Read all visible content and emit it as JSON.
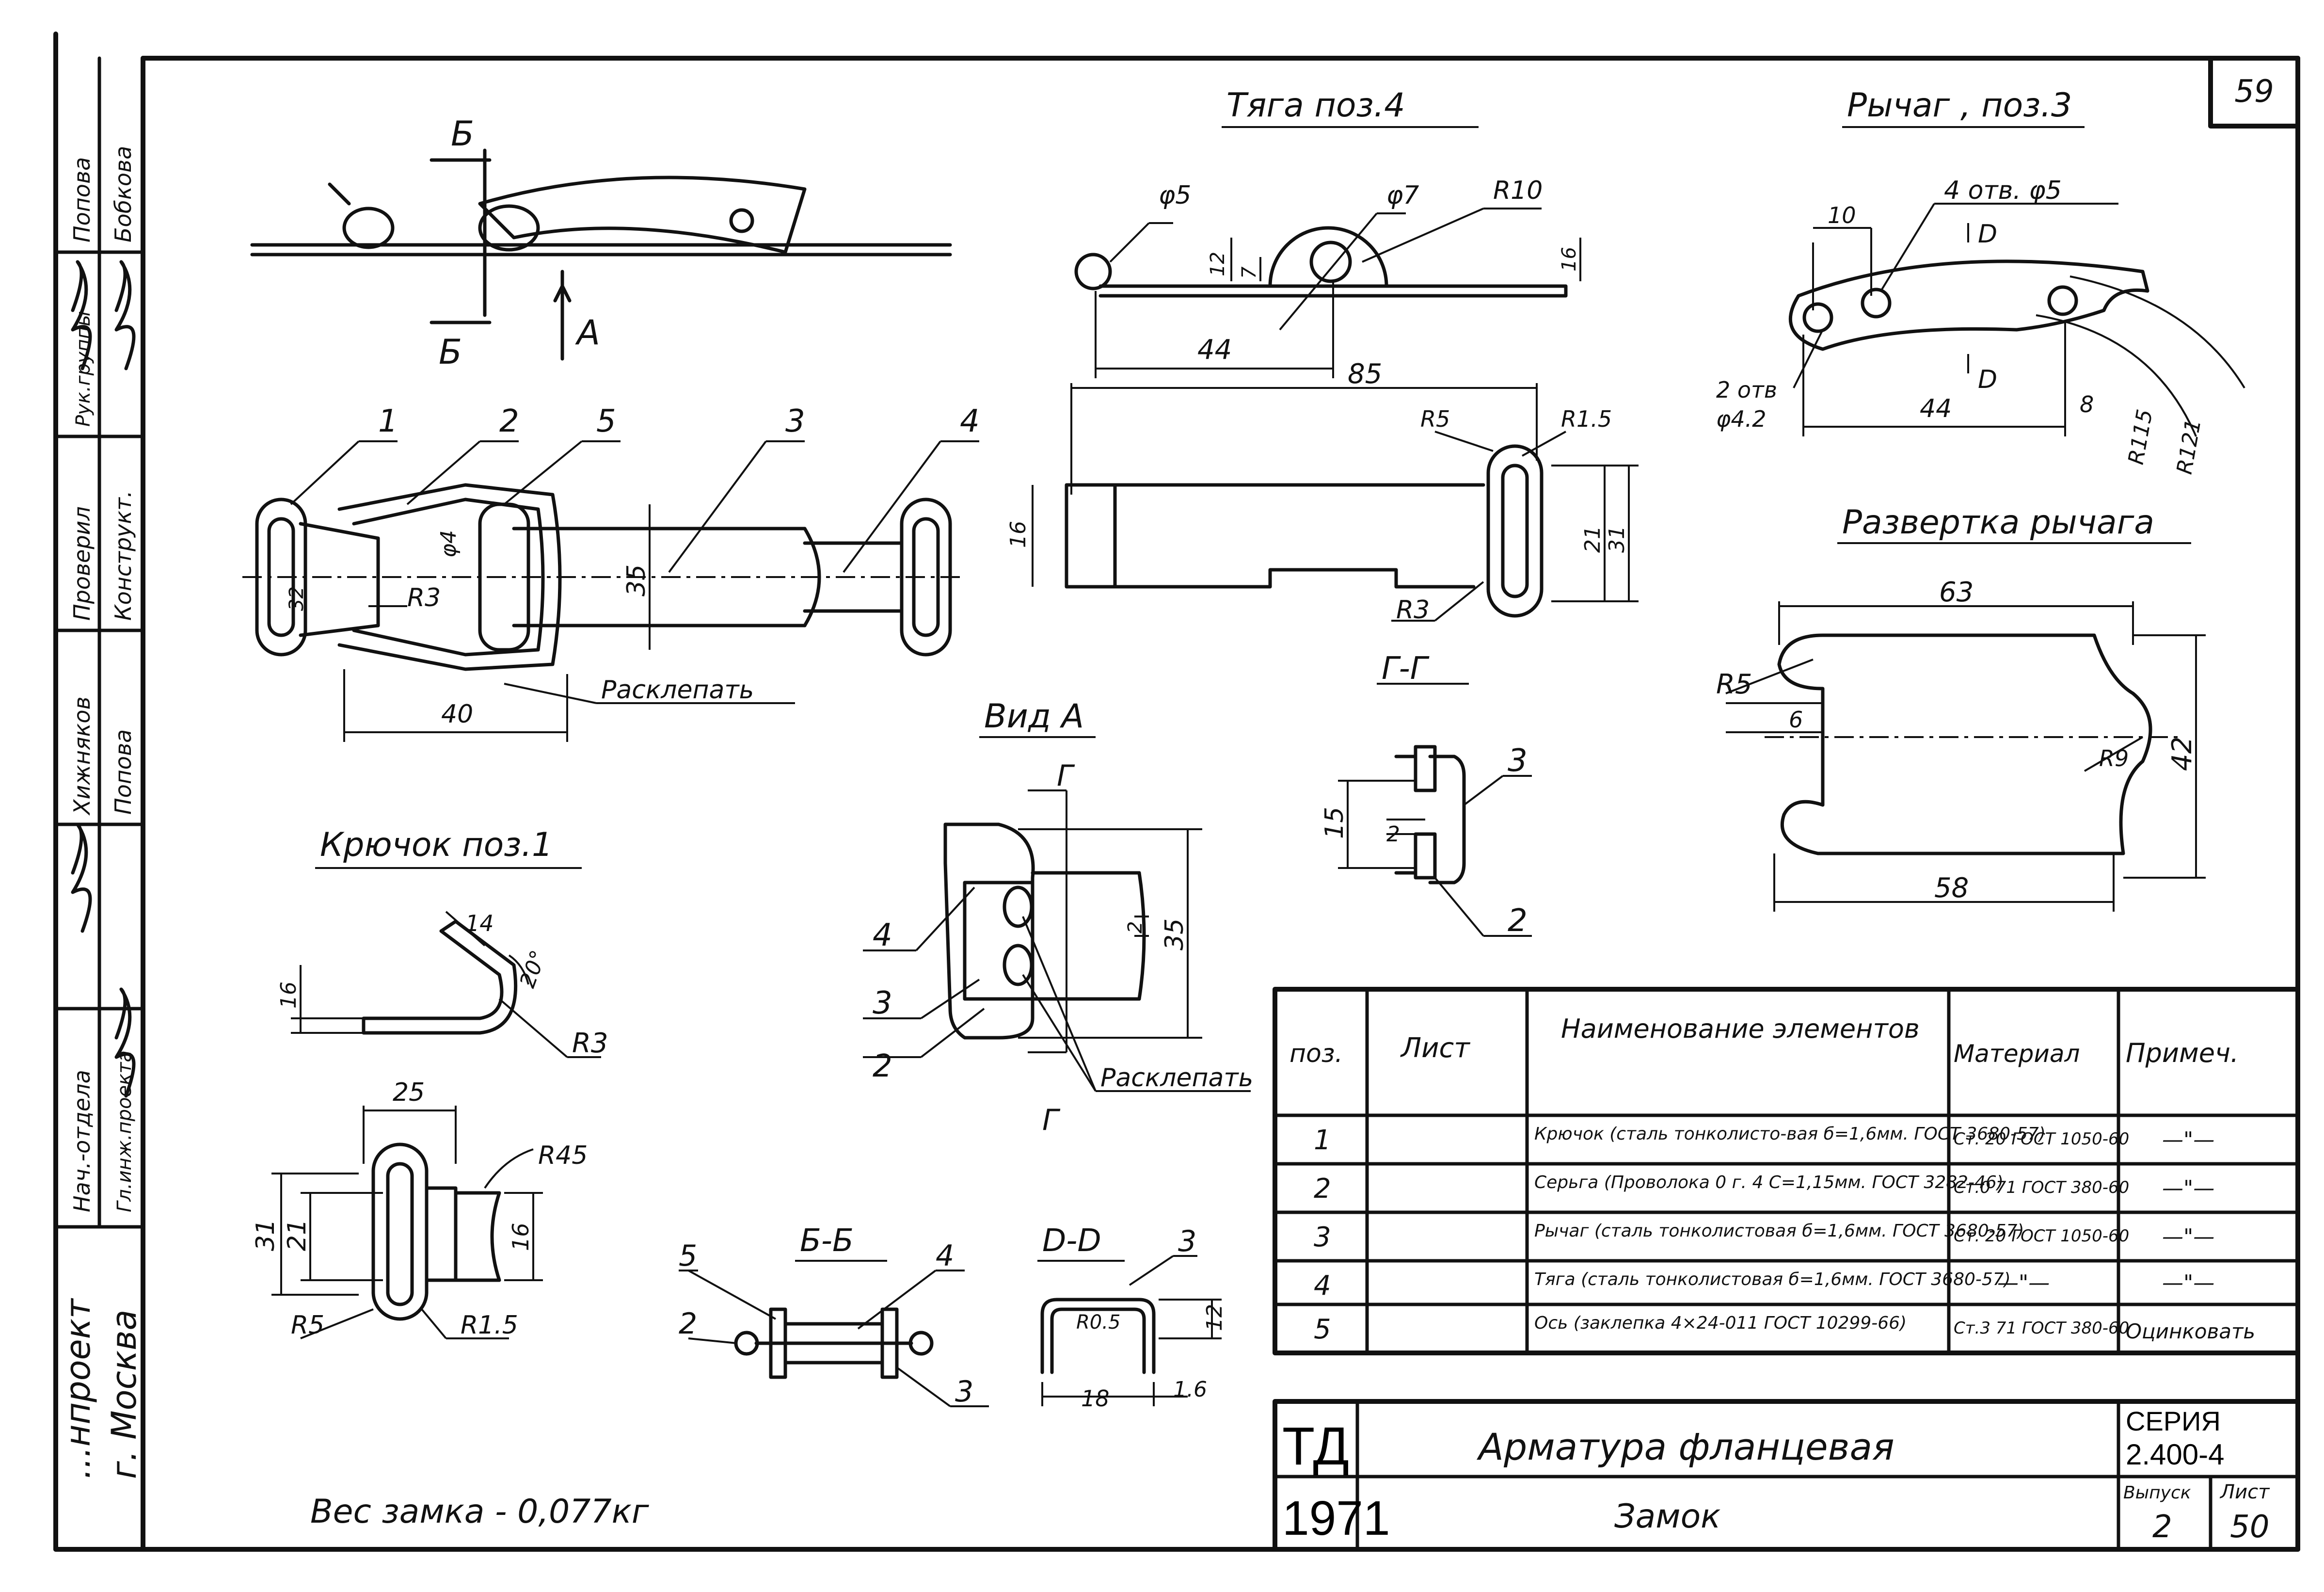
{
  "sheet": {
    "number": "59"
  },
  "side_stamp": {
    "org": "...нпроект",
    "city": "г. Москва",
    "roles": [
      "Нач.-отдела",
      "Гл.инж.проекта",
      "Хижняков",
      "Попова",
      "Проверил",
      "Конструкт.",
      "Рук.группы",
      "Попова",
      "Бобкова"
    ]
  },
  "views": {
    "main_top": {
      "section_label_1": "Б",
      "section_label_2": "Б",
      "view_arrow": "А"
    },
    "main_plan": {
      "callouts": [
        "1",
        "2",
        "5",
        "3",
        "4"
      ],
      "dims": [
        "φ4",
        "32",
        "35",
        "40"
      ],
      "radius": "R3",
      "note": "Расклепать"
    },
    "tyaga": {
      "title": "Тяга  поз.4",
      "dims": [
        "φ5",
        "φ7",
        "R10",
        "12",
        "7",
        "16",
        "44",
        "85",
        "R5",
        "R1.5",
        "16",
        "21",
        "31",
        "R3"
      ],
      "section_title": "Г-Г"
    },
    "rychag": {
      "title": "Рычаг , поз.3",
      "dims": [
        "10",
        "4 отв. φ5",
        "D",
        "D",
        "2 отв",
        "φ4.2",
        "44",
        "8",
        "R115",
        "R121"
      ]
    },
    "razvertka": {
      "title": "Развертка рычага",
      "dims": [
        "63",
        "R5",
        "6",
        "R9",
        "42",
        "58"
      ]
    },
    "kryuchok": {
      "title": "Крючок поз.1",
      "dims": [
        "14",
        "20°",
        "16",
        "R3",
        "25",
        "31",
        "21",
        "R45",
        "16",
        "R5",
        "R1.5"
      ]
    },
    "vid_a": {
      "title": "Вид А",
      "callouts": [
        "4",
        "3",
        "2"
      ],
      "dims": [
        "2",
        "35"
      ],
      "section_marks": [
        "Г",
        "Г"
      ],
      "note": "Расклепать"
    },
    "section_gg": {
      "callouts": [
        "3",
        "2"
      ],
      "dims": [
        "15",
        "2"
      ]
    },
    "section_bb": {
      "title": "Б-Б",
      "callouts": [
        "5",
        "4",
        "2",
        "3"
      ]
    },
    "section_dd": {
      "title": "D-D",
      "callout": "3",
      "dims": [
        "R0.5",
        "12",
        "18",
        "1.6"
      ]
    }
  },
  "weight_note": "Вес  замка - 0,077кг",
  "bom": {
    "headers": [
      "поз.",
      "Лист",
      "Наименование элементов",
      "Материал",
      "Примеч."
    ],
    "rows": [
      {
        "pos": "1",
        "sheet": "",
        "name": "Крючок (сталь тонколисто-вая б=1,6мм. ГОСТ 3680-57)",
        "material": "Ст. 20 ГОСТ 1050-60",
        "note": "—\"—"
      },
      {
        "pos": "2",
        "sheet": "",
        "name": "Серьга (Проволока 0 г. 4 С=1,15мм. ГОСТ 3282-46)",
        "material": "Ст.0 71 ГОСТ 380-60",
        "note": "—\"—"
      },
      {
        "pos": "3",
        "sheet": "",
        "name": "Рычаг (сталь тонколистовая б=1,6мм. ГОСТ 3680-57)",
        "material": "Ст. 20 ГОСТ 1050-60",
        "note": "—\"—"
      },
      {
        "pos": "4",
        "sheet": "",
        "name": "Тяга (сталь тонколистовая б=1,6мм. ГОСТ 3680-57)",
        "material": "—\"—",
        "note": "—\"—"
      },
      {
        "pos": "5",
        "sheet": "",
        "name": "Ось (заклепка 4×24-011 ГОСТ 10299-66)",
        "material": "Ст.3 71 ГОСТ 380-60",
        "note": "Оцинковать"
      }
    ]
  },
  "title_block": {
    "org": "ТД",
    "year": "1971",
    "title": "Арматура фланцевая",
    "subtitle": "Замок",
    "series_label": "СЕРИЯ",
    "series_value": "2.400-4",
    "issue_label": "Выпуск",
    "issue_value": "2",
    "sheet_label": "Лист",
    "sheet_value": "50"
  }
}
